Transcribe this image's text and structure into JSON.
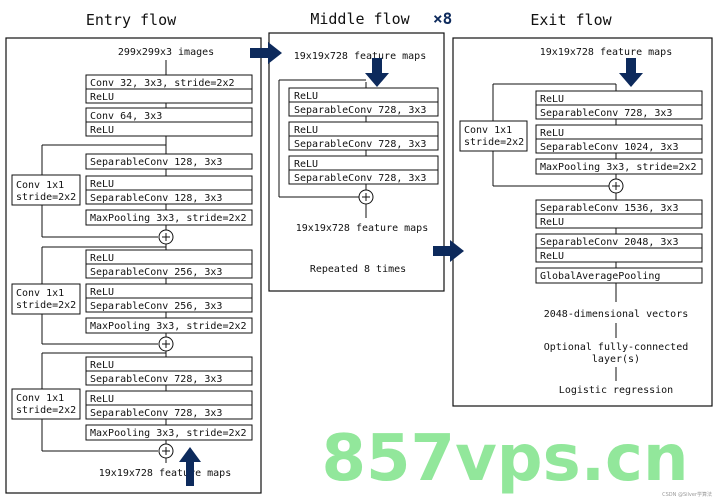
{
  "titles": {
    "entry": "Entry flow",
    "middle": "Middle flow",
    "middle_mult": "×8",
    "exit": "Exit flow"
  },
  "entry": {
    "input": "299x299x3 images",
    "conv1_a": "Conv 32, 3x3, stride=2x2",
    "conv1_b": "ReLU",
    "conv2_a": "Conv 64, 3x3",
    "conv2_b": "ReLU",
    "b1_s1": "SeparableConv 128, 3x3",
    "b1_s2a": "ReLU",
    "b1_s2b": "SeparableConv 128, 3x3",
    "b1_pool": "MaxPooling 3x3, stride=2x2",
    "b2_s1a": "ReLU",
    "b2_s1b": "SeparableConv 256, 3x3",
    "b2_s2a": "ReLU",
    "b2_s2b": "SeparableConv 256, 3x3",
    "b2_pool": "MaxPooling 3x3, stride=2x2",
    "b3_s1a": "ReLU",
    "b3_s1b": "SeparableConv 728, 3x3",
    "b3_s2a": "ReLU",
    "b3_s2b": "SeparableConv 728, 3x3",
    "b3_pool": "MaxPooling 3x3, stride=2x2",
    "skip_a": "Conv 1x1",
    "skip_b": "stride=2x2",
    "output": "19x19x728 feature maps"
  },
  "middle": {
    "input": "19x19x728 feature maps",
    "relu": "ReLU",
    "sep": "SeparableConv 728, 3x3",
    "output": "19x19x728 feature maps",
    "repeat": "Repeated 8 times"
  },
  "exit": {
    "input": "19x19x728 feature maps",
    "skip_a": "Conv 1x1",
    "skip_b": "stride=2x2",
    "s1a": "ReLU",
    "s1b": "SeparableConv 728, 3x3",
    "s2a": "ReLU",
    "s2b": "SeparableConv 1024, 3x3",
    "pool": "MaxPooling 3x3, stride=2x2",
    "s3a": "SeparableConv 1536, 3x3",
    "s3b": "ReLU",
    "s4a": "SeparableConv 2048, 3x3",
    "s4b": "ReLU",
    "gap": "GlobalAveragePooling",
    "vec": "2048-dimensional vectors",
    "fc_a": "Optional fully-connected",
    "fc_b": "layer(s)",
    "logreg": "Logistic regression"
  },
  "watermark": "857vps.cn",
  "credit": "CSDN @Silver学算法",
  "colors": {
    "arrow": "#0d2a5c",
    "watermark": "#7fe38a"
  }
}
